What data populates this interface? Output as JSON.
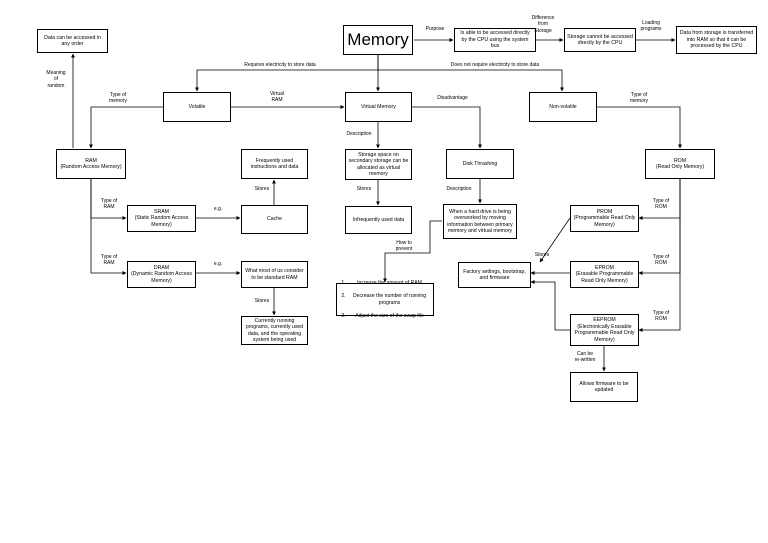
{
  "nodes": {
    "memory": "Memory",
    "purpose_desc": "Is able to be accessed directly by the CPU using the system bus",
    "storage_desc": "Storage cannot be accessed directly by the CPU",
    "loading_desc": "Data from storage is transferred into RAM so that it can be processed by the CPU",
    "random_desc": "Data can be accessed in any order",
    "volatile": "Volatile",
    "virtual_memory": "Virtual Memory",
    "non_volatile": "Non-volatile",
    "ram": "RAM\n(Random Access Memory)",
    "frequently_used": "Frequently used instructions and data",
    "vm_storage_desc": "Storage space on secondary storage can be allocated as virtual memory",
    "disk_thrashing": "Disk Thrashing",
    "rom": "ROM\n(Read Only Memory)",
    "sram": "SRAM\n(Static Random Access Memory)",
    "cache": "Cache",
    "infrequently_used": "Infrequently used data",
    "thrashing_desc": "When a hard drive is being overworked by moving information between primary memory and virtual memory",
    "prom": "PROM\n(Programmable Read Only Memory)",
    "dram": "DRAM\n(Dynamic Random Access Memory)",
    "standard_ram": "What most of us consider to be standard RAM",
    "factory": "Factory settings, bootstrap, and firmware",
    "eprom": "EPROM\n(Erasable Programmable Read Only Memory)",
    "prevent_steps": [
      "Increase the amount of RAM",
      "Decrease the number of running programs",
      "Adjust the size of the swap file"
    ],
    "dram_stores": "Currently running programs, currently used data, and the operating system being used",
    "eeprom": "EEPROM\n(Electronically Erasable Programmable Read Only Memory)",
    "firmware_update": "Allows firmware to be updated"
  },
  "edge_labels": {
    "purpose": "Purpose",
    "difference": "Difference\nfrom\nStorage",
    "loading": "Loading\nprograms",
    "meaning": "Meaning\nof\nrandom",
    "requires_elec": "Requires electricity to store data",
    "no_elec": "Does not require electricity to store data",
    "type_memory_left": "Type of\nmemory",
    "virtual_ram": "Virtual\nRAM",
    "disadvantage": "Disadvantage",
    "type_memory_right": "Type of\nmemory",
    "description_1": "Description",
    "description_2": "Description",
    "stores_cache": "Stores",
    "stores_vm": "Stores",
    "type_ram_1": "Type of\nRAM",
    "eg_1": "e.g.",
    "type_rom_1": "Type of\nROM",
    "how_prevent": "How to\nprevent",
    "stores_rom": "Stores",
    "type_ram_2": "Type of\nRAM",
    "eg_2": "e.g.",
    "type_rom_2": "Type of\nROM",
    "stores_dram": "Stores",
    "type_rom_3": "Type of\nROM",
    "rewritten": "Can be\nre-written"
  }
}
